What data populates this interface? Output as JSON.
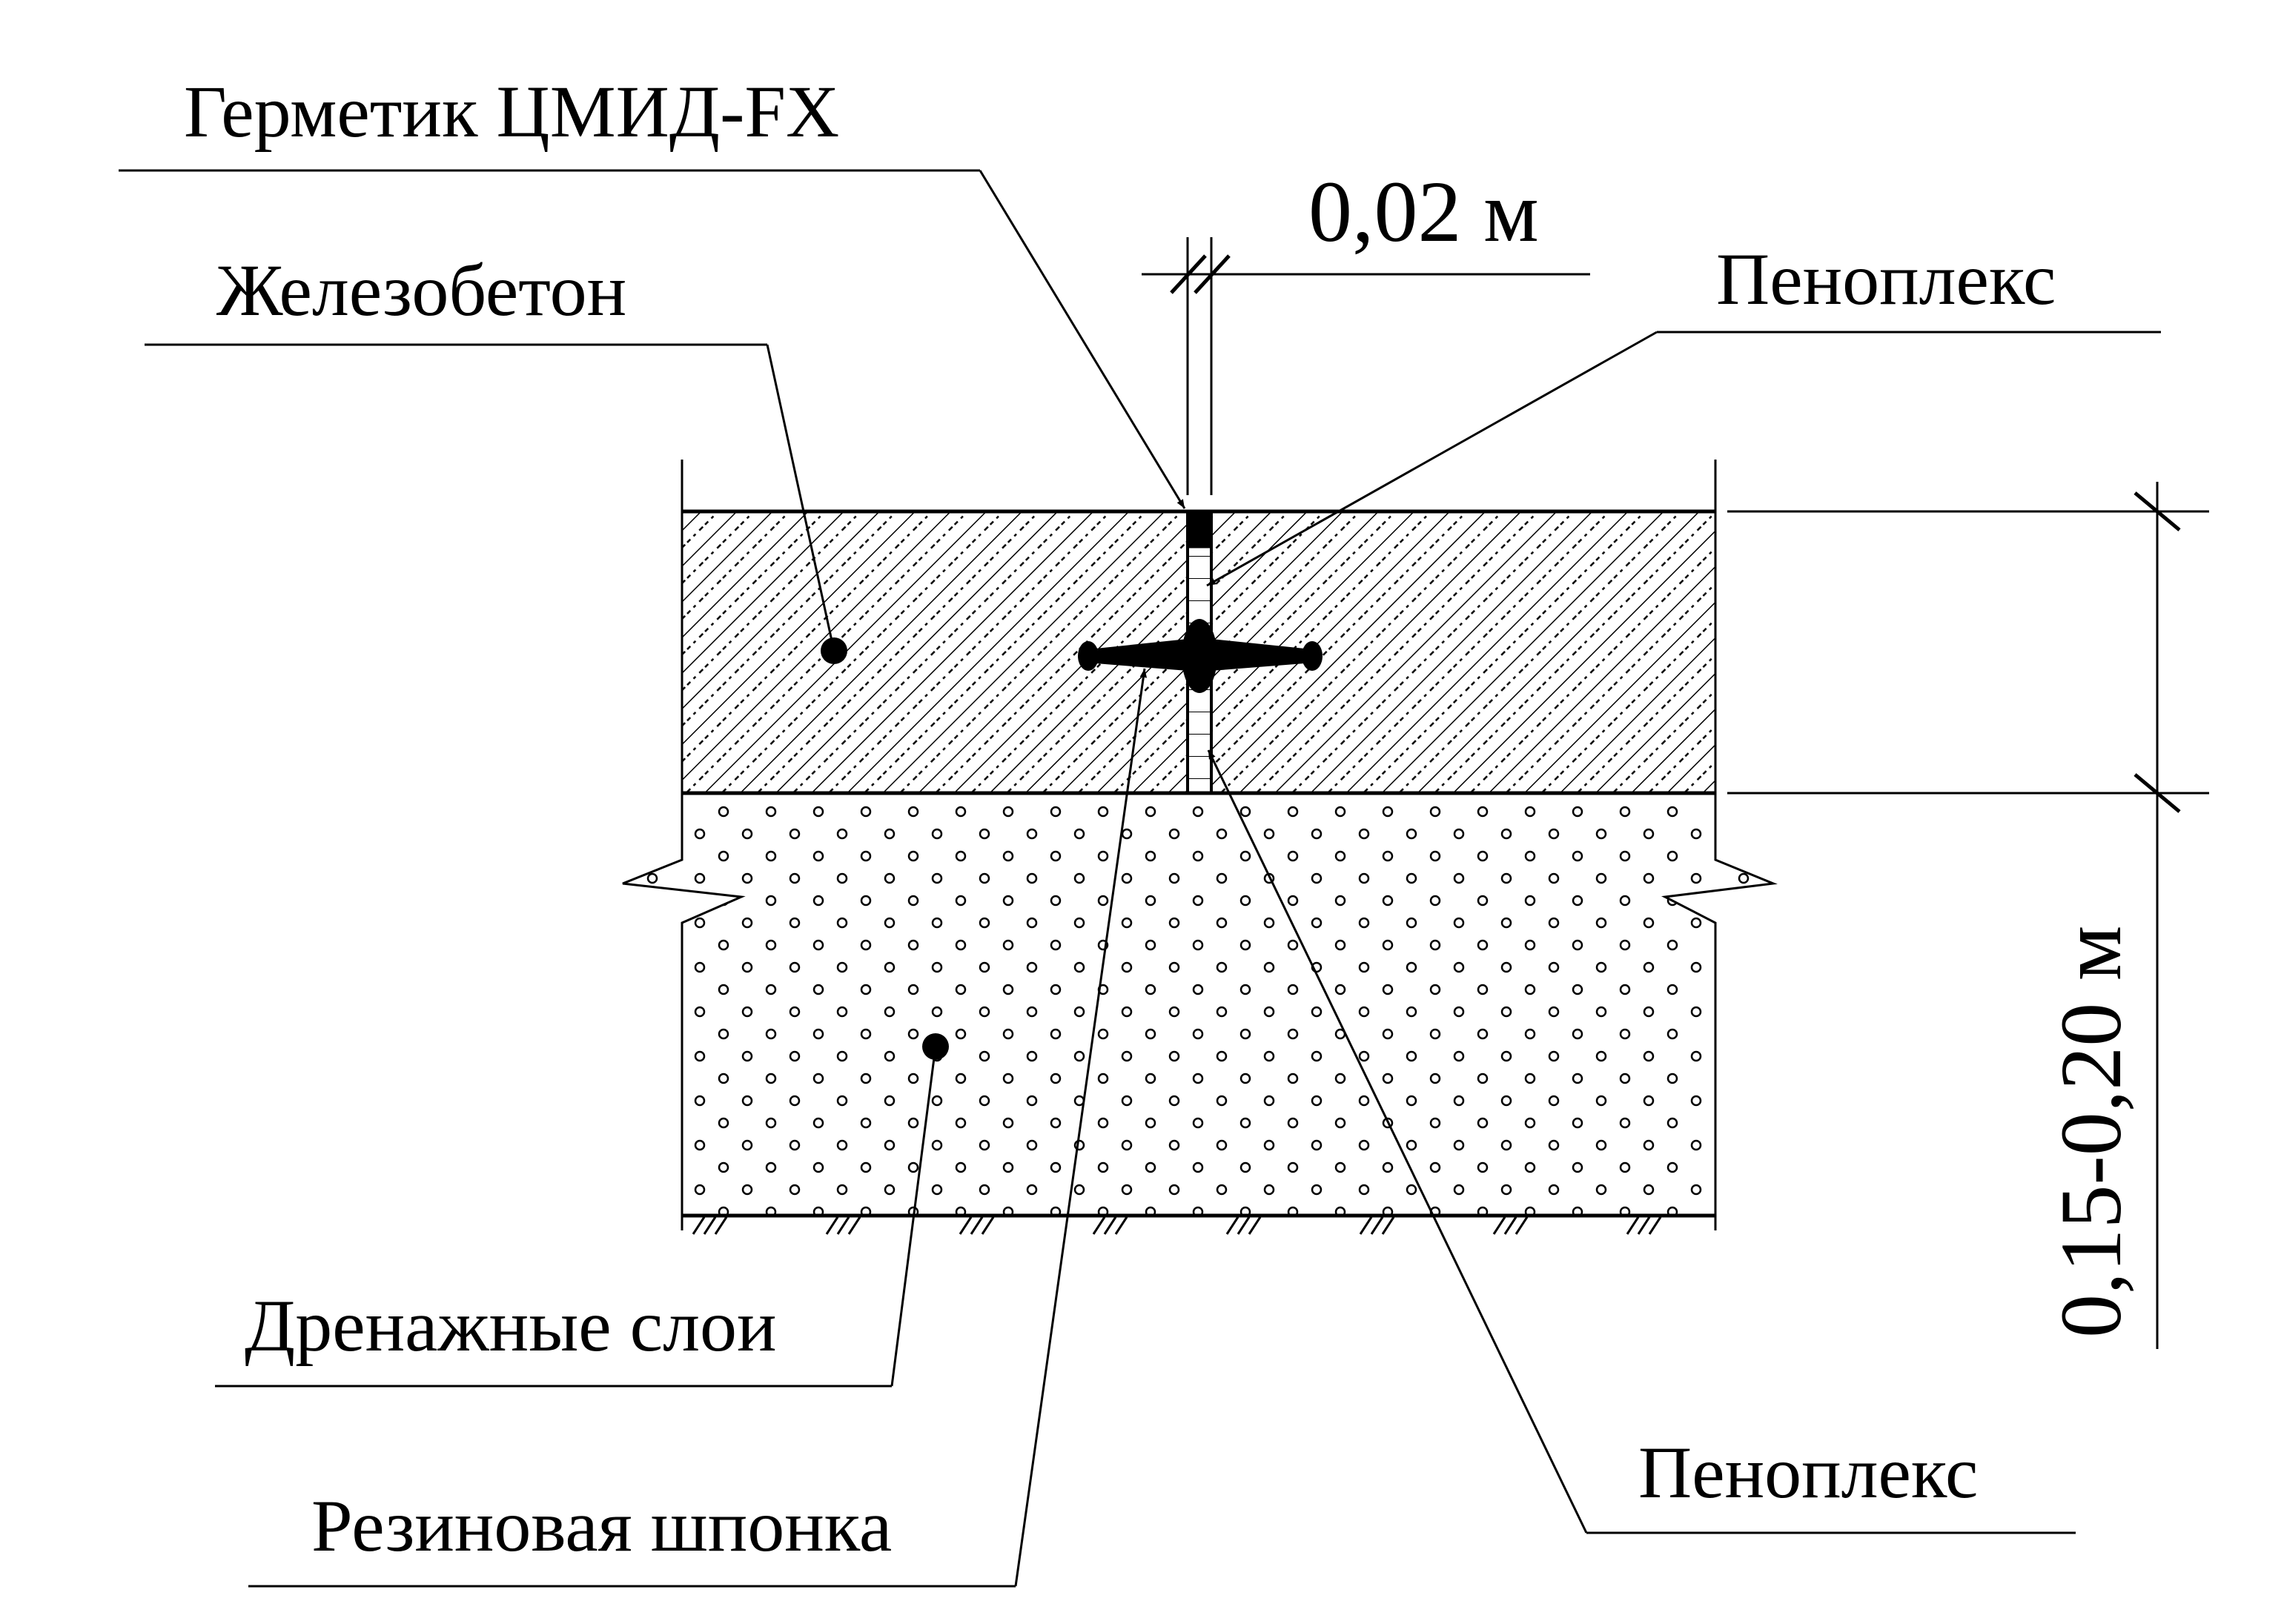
{
  "labels": {
    "sealant": "Герметик ЦМИД-FX",
    "joint_width": "0,02 м",
    "concrete": "Железобетон",
    "penoplex_top": "Пеноплекс",
    "drainage": "Дренажные слои",
    "rubber_key": "Резиновая шпонка",
    "penoplex_bottom": "Пеноплекс",
    "slab_thickness": "0,15-0,20 м"
  },
  "colors": {
    "line": "#000000",
    "background": "#ffffff"
  }
}
